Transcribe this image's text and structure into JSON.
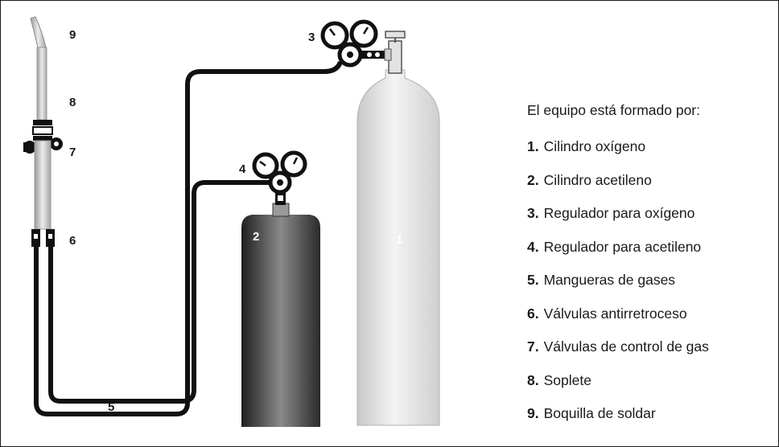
{
  "diagram": {
    "callouts": [
      "1",
      "2",
      "3",
      "4",
      "5",
      "6",
      "7",
      "8",
      "9"
    ]
  },
  "legend": {
    "heading": "El equipo está formado por:",
    "items": [
      {
        "number": "1.",
        "text": "Cilindro oxígeno"
      },
      {
        "number": "2.",
        "text": "Cilindro acetileno"
      },
      {
        "number": "3.",
        "text": "Regulador para oxígeno"
      },
      {
        "number": "4.",
        "text": "Regulador para acetileno"
      },
      {
        "number": "5.",
        "text": "Mangueras de gases"
      },
      {
        "number": "6.",
        "text": "Válvulas antirretroceso"
      },
      {
        "number": "7.",
        "text": "Válvulas de control de gas"
      },
      {
        "number": "8.",
        "text": "Soplete"
      },
      {
        "number": "9.",
        "text": "Boquilla de soldar"
      }
    ]
  },
  "colors": {
    "ink": "#1a1a1a",
    "oxygen_cylinder": "#d9d9d9",
    "acetylene_cylinder": "#5a5a5a"
  }
}
